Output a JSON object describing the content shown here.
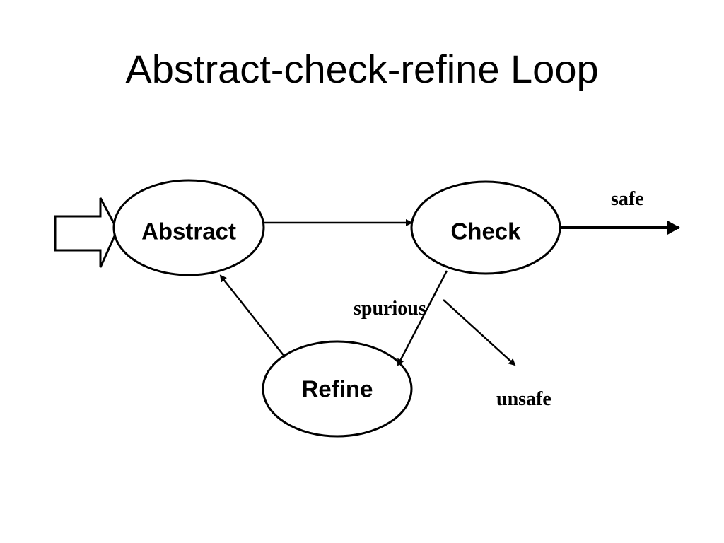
{
  "title": "Abstract-check-refine Loop",
  "nodes": {
    "abstract": "Abstract",
    "check": "Check",
    "refine": "Refine"
  },
  "edge_labels": {
    "safe": "safe",
    "spurious": "spurious",
    "unsafe": "unsafe"
  },
  "colors": {
    "stroke": "#000000",
    "background": "#ffffff"
  }
}
